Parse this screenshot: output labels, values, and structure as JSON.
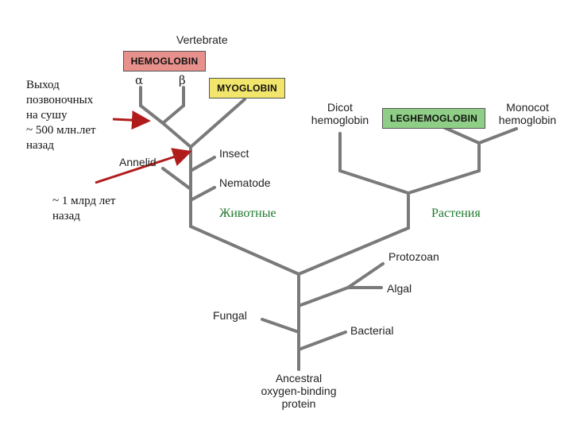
{
  "tree": {
    "vertebrate": "Vertebrate",
    "hemoglobin": "HEMOGLOBIN",
    "alpha": "α",
    "beta": "β",
    "myoglobin": "MYOGLOBIN",
    "annelid": "Annelid",
    "insect": "Insect",
    "nematode": "Nematode",
    "dicot": [
      "Dicot",
      "hemoglobin"
    ],
    "leghemoglobin": "LEGHEMOGLOBIN",
    "monocot": [
      "Monocot",
      "hemoglobin"
    ],
    "protozoan": "Protozoan",
    "algal": "Algal",
    "fungal": "Fungal",
    "bacterial": "Bacterial",
    "ancestral": [
      "Ancestral",
      "oxygen-binding",
      "protein"
    ]
  },
  "annotations": {
    "land_exit": [
      "Выход",
      "позвоночных",
      "на сушу",
      "~ 500 млн.лет",
      "назад"
    ],
    "billion_years": [
      "~ 1 млрд лет",
      "назад"
    ],
    "animals": "Животные",
    "plants": "Растения"
  },
  "colors": {
    "branch": "#7a7a7a",
    "hemoglobin_box": "#e8918c",
    "myoglobin_box": "#f2e56b",
    "leghemoglobin_box": "#8fce86",
    "arrow": "#b01c1c",
    "animals_text": "#1f7a2e",
    "plants_text": "#1f7a2e"
  }
}
